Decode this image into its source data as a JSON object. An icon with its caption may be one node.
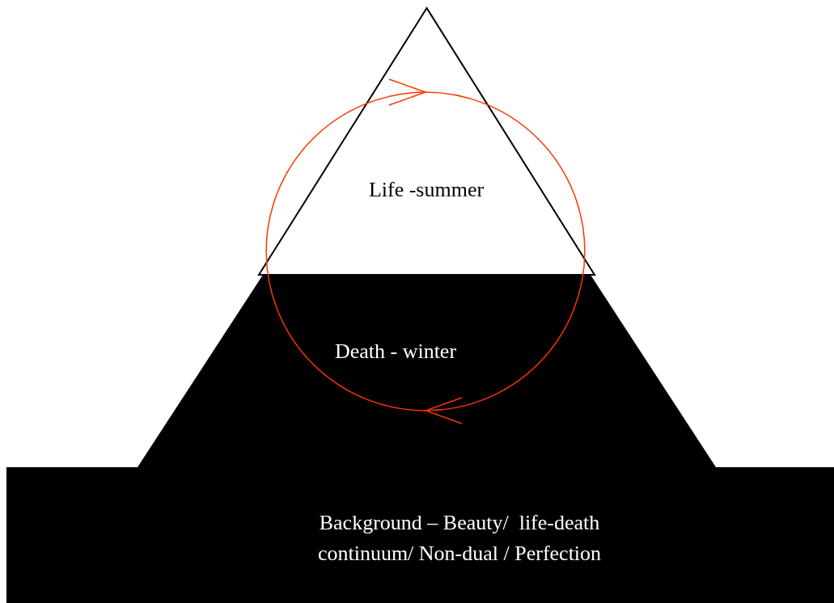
{
  "diagram": {
    "nodes": [
      {
        "text": [
          "Life -summer"
        ]
      },
      {
        "text": [
          "Death - winter"
        ]
      },
      {
        "text": [
          "Background – Beauty/  life-death continuum/ Non-dual / Perfection"
        ]
      }
    ],
    "edges": [
      {
        "from": 0,
        "to": 1,
        "arrow": "to"
      },
      {
        "from": 1,
        "to": 0,
        "arrow": "to"
      }
    ]
  }
}
